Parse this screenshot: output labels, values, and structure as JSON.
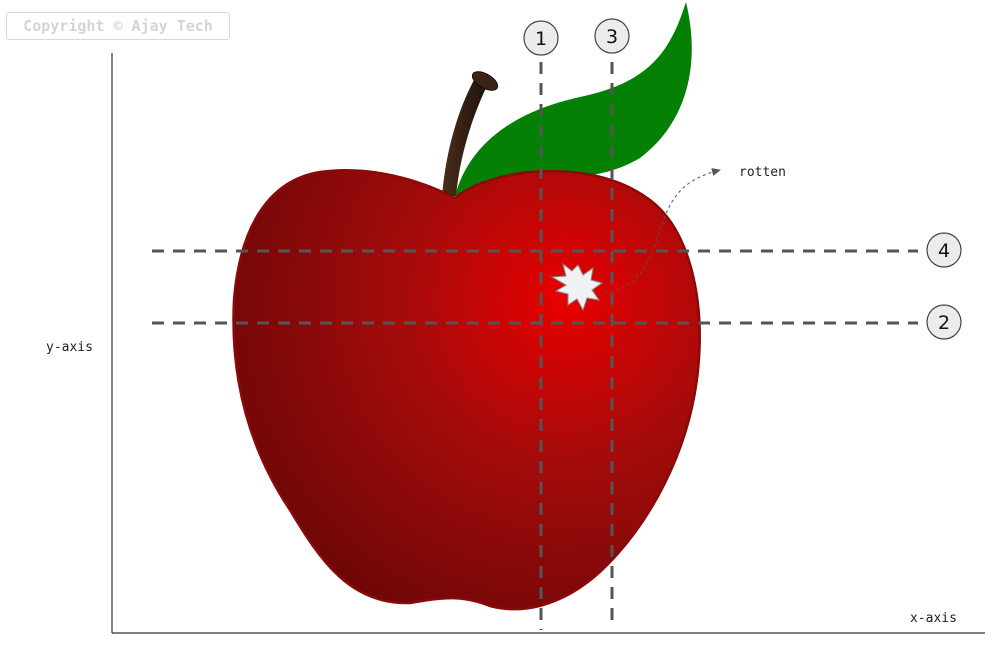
{
  "watermark": "Copyright © Ajay Tech",
  "axes": {
    "x_label": "x-axis",
    "y_label": "y-axis"
  },
  "annotation": {
    "label": "rotten"
  },
  "lines": {
    "vertical": [
      {
        "label": "1"
      },
      {
        "label": "3"
      }
    ],
    "horizontal": [
      {
        "label": "4"
      },
      {
        "label": "2"
      }
    ]
  },
  "colors": {
    "apple_light": "#e80000",
    "apple_dark": "#6e0707",
    "apple_outline": "#8a0a0a",
    "leaf": "#048004",
    "stem": "#2b1a10",
    "guide_line": "#555555",
    "marker_fill": "#ececec",
    "rot_spot": "#eef2f5"
  }
}
